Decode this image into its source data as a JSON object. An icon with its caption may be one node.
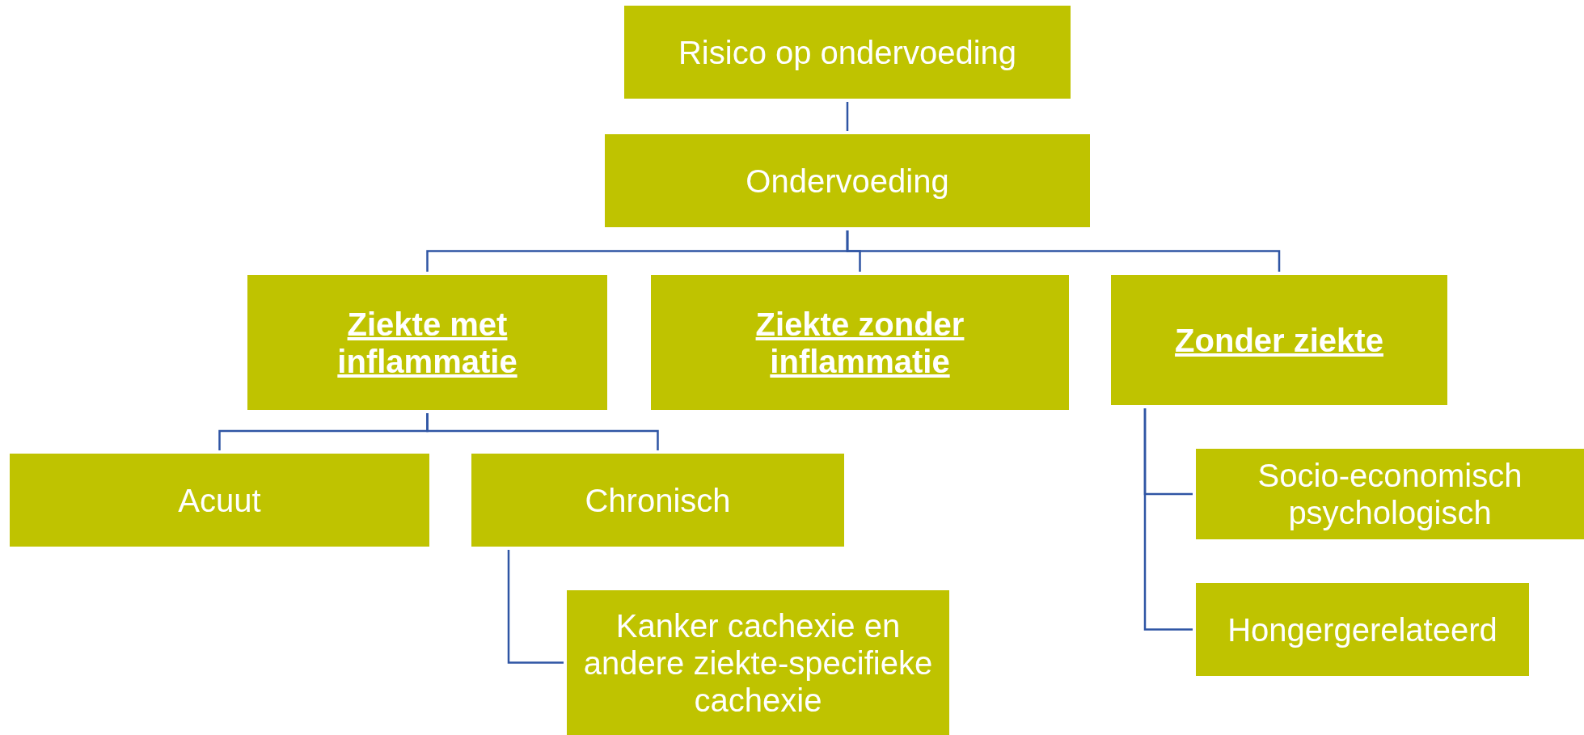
{
  "diagram": {
    "nodes": [
      {
        "text": [
          "Risico op ondervoeding"
        ]
      },
      {
        "text": [
          "Ondervoeding"
        ]
      },
      {
        "text": [
          "Ziekte met inflammatie"
        ]
      },
      {
        "text": [
          "Ziekte zonder inflammatie"
        ]
      },
      {
        "text": [
          "Zonder ziekte"
        ]
      },
      {
        "text": [
          "Acuut"
        ]
      },
      {
        "text": [
          "Chronisch"
        ]
      },
      {
        "text": [
          "Kanker cachexie en andere ziekte-specifieke cachexie"
        ]
      },
      {
        "text": [
          "Socio-economisch psychologisch"
        ]
      },
      {
        "text": [
          "Hongergerelateerd"
        ]
      }
    ],
    "edges": [
      {
        "from": 0,
        "to": 1,
        "arrow": "none"
      },
      {
        "from": 1,
        "to": 2,
        "arrow": "none"
      },
      {
        "from": 1,
        "to": 3,
        "arrow": "none"
      },
      {
        "from": 1,
        "to": 4,
        "arrow": "none"
      },
      {
        "from": 2,
        "to": 5,
        "arrow": "none"
      },
      {
        "from": 2,
        "to": 6,
        "arrow": "none"
      },
      {
        "from": 6,
        "to": 7,
        "arrow": "none"
      },
      {
        "from": 4,
        "to": 8,
        "arrow": "none"
      },
      {
        "from": 4,
        "to": 9,
        "arrow": "none"
      }
    ]
  }
}
